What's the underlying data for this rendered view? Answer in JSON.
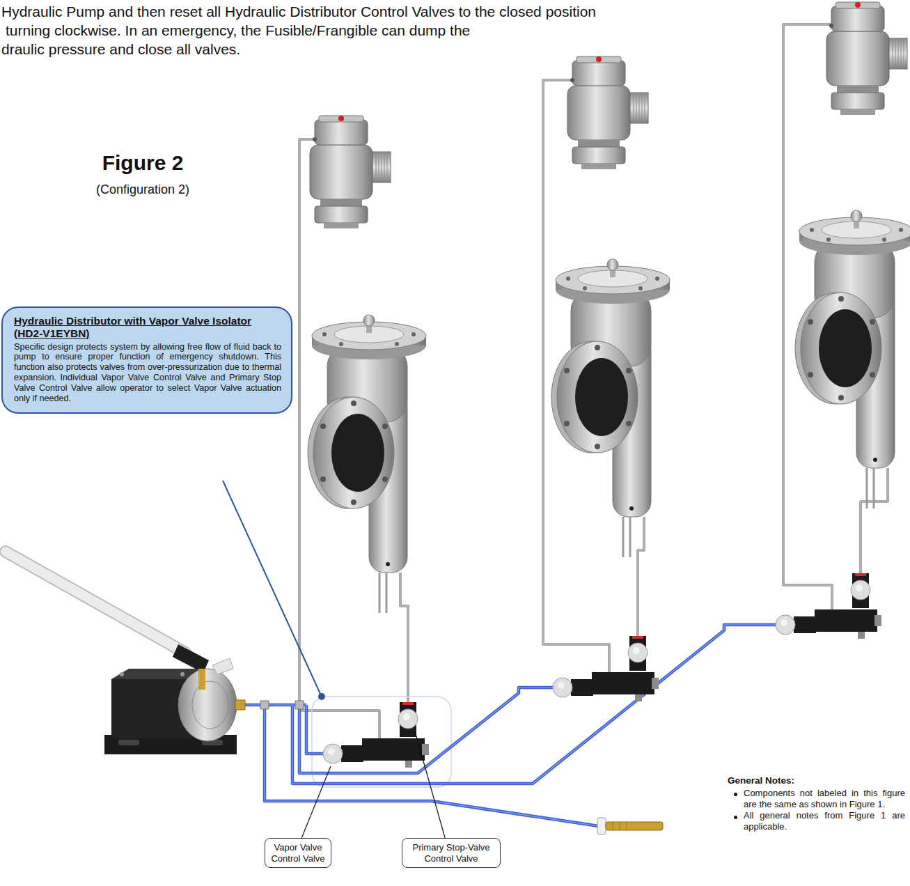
{
  "diagram": {
    "title": "Figure 2",
    "nodes": [
      {
        "text": [
          "Hydraulic Distributor with Vapor Valve Isolator (HD2-V1EYBN)",
          "Specific design protects system by allowing free flow of fluid back to pump to ensure proper function of emergency shutdown. This function also protects valves from over-pressurization due to thermal expansion. Individual Vapor Valve Control Valve and Primary Stop Valve Control Valve allow operator to select Vapor Valve actuation only if needed."
        ]
      },
      {
        "text": [
          "Vapor Valve Control Valve"
        ]
      },
      {
        "text": [
          "Primary Stop-Valve Control Valve"
        ]
      }
    ],
    "labels": [
      "Hydraulic Pump and then reset all Hydraulic Distributor Control Valves to the closed position",
      "turning clockwise. In an emergency, the Fusible/Frangible can dump the",
      "draulic pressure and close all valves.",
      "(Configuration 2)",
      "General Notes:",
      "Components not labeled in this figure are the same as shown in Figure 1.",
      "All general notes from Figure 1 are applicable."
    ]
  }
}
